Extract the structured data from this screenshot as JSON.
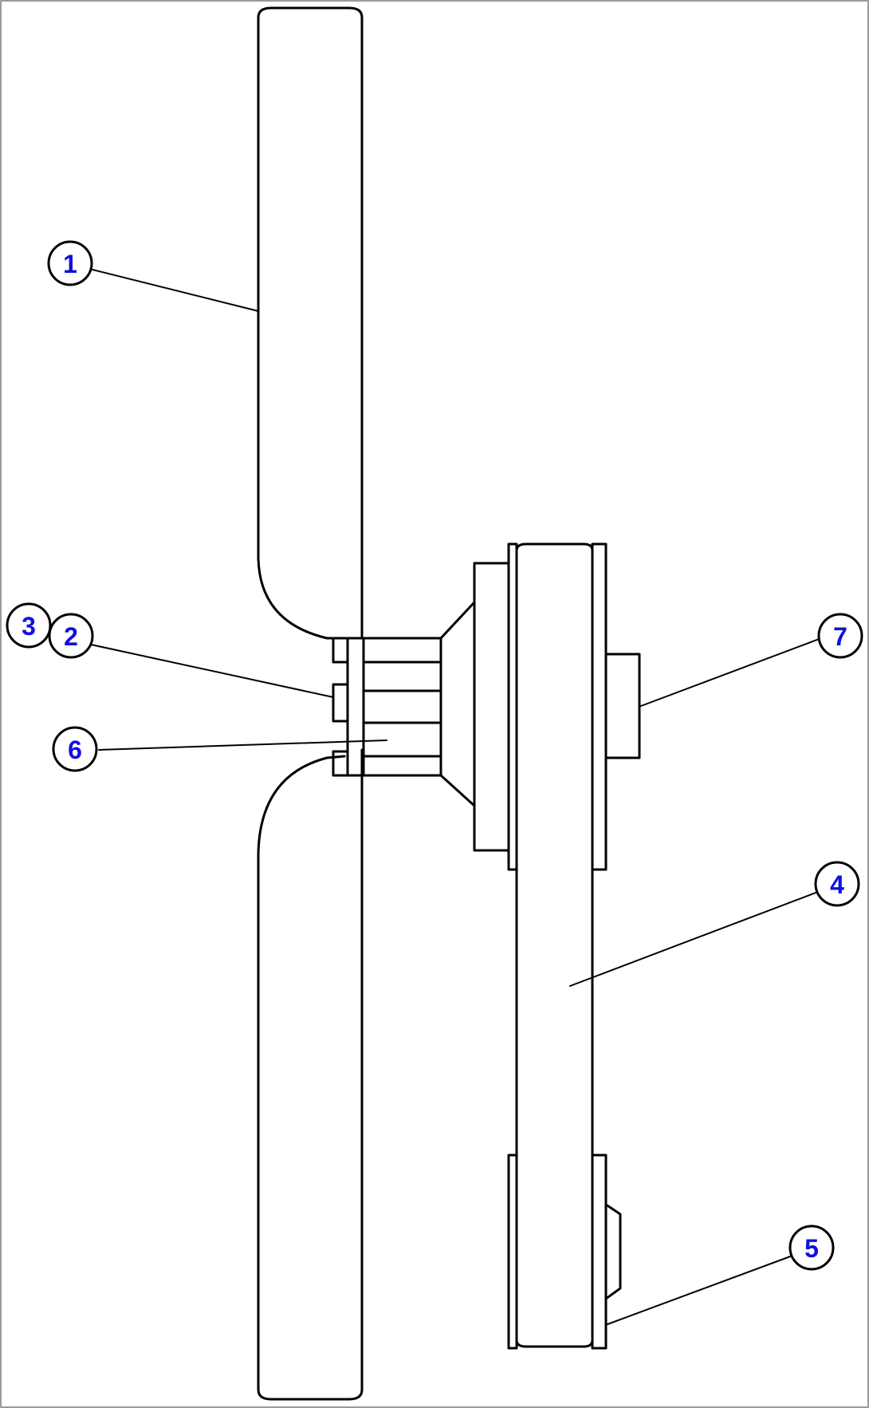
{
  "colors": {
    "line": "#000000",
    "callout_text": "#1010e0",
    "background": "#ffffff",
    "frame": "#9a9a9a"
  },
  "callouts": [
    {
      "id": "c1",
      "label": "1"
    },
    {
      "id": "c2",
      "label": "2"
    },
    {
      "id": "c3",
      "label": "3"
    },
    {
      "id": "c4",
      "label": "4"
    },
    {
      "id": "c5",
      "label": "5"
    },
    {
      "id": "c6",
      "label": "6"
    },
    {
      "id": "c7",
      "label": "7"
    }
  ]
}
